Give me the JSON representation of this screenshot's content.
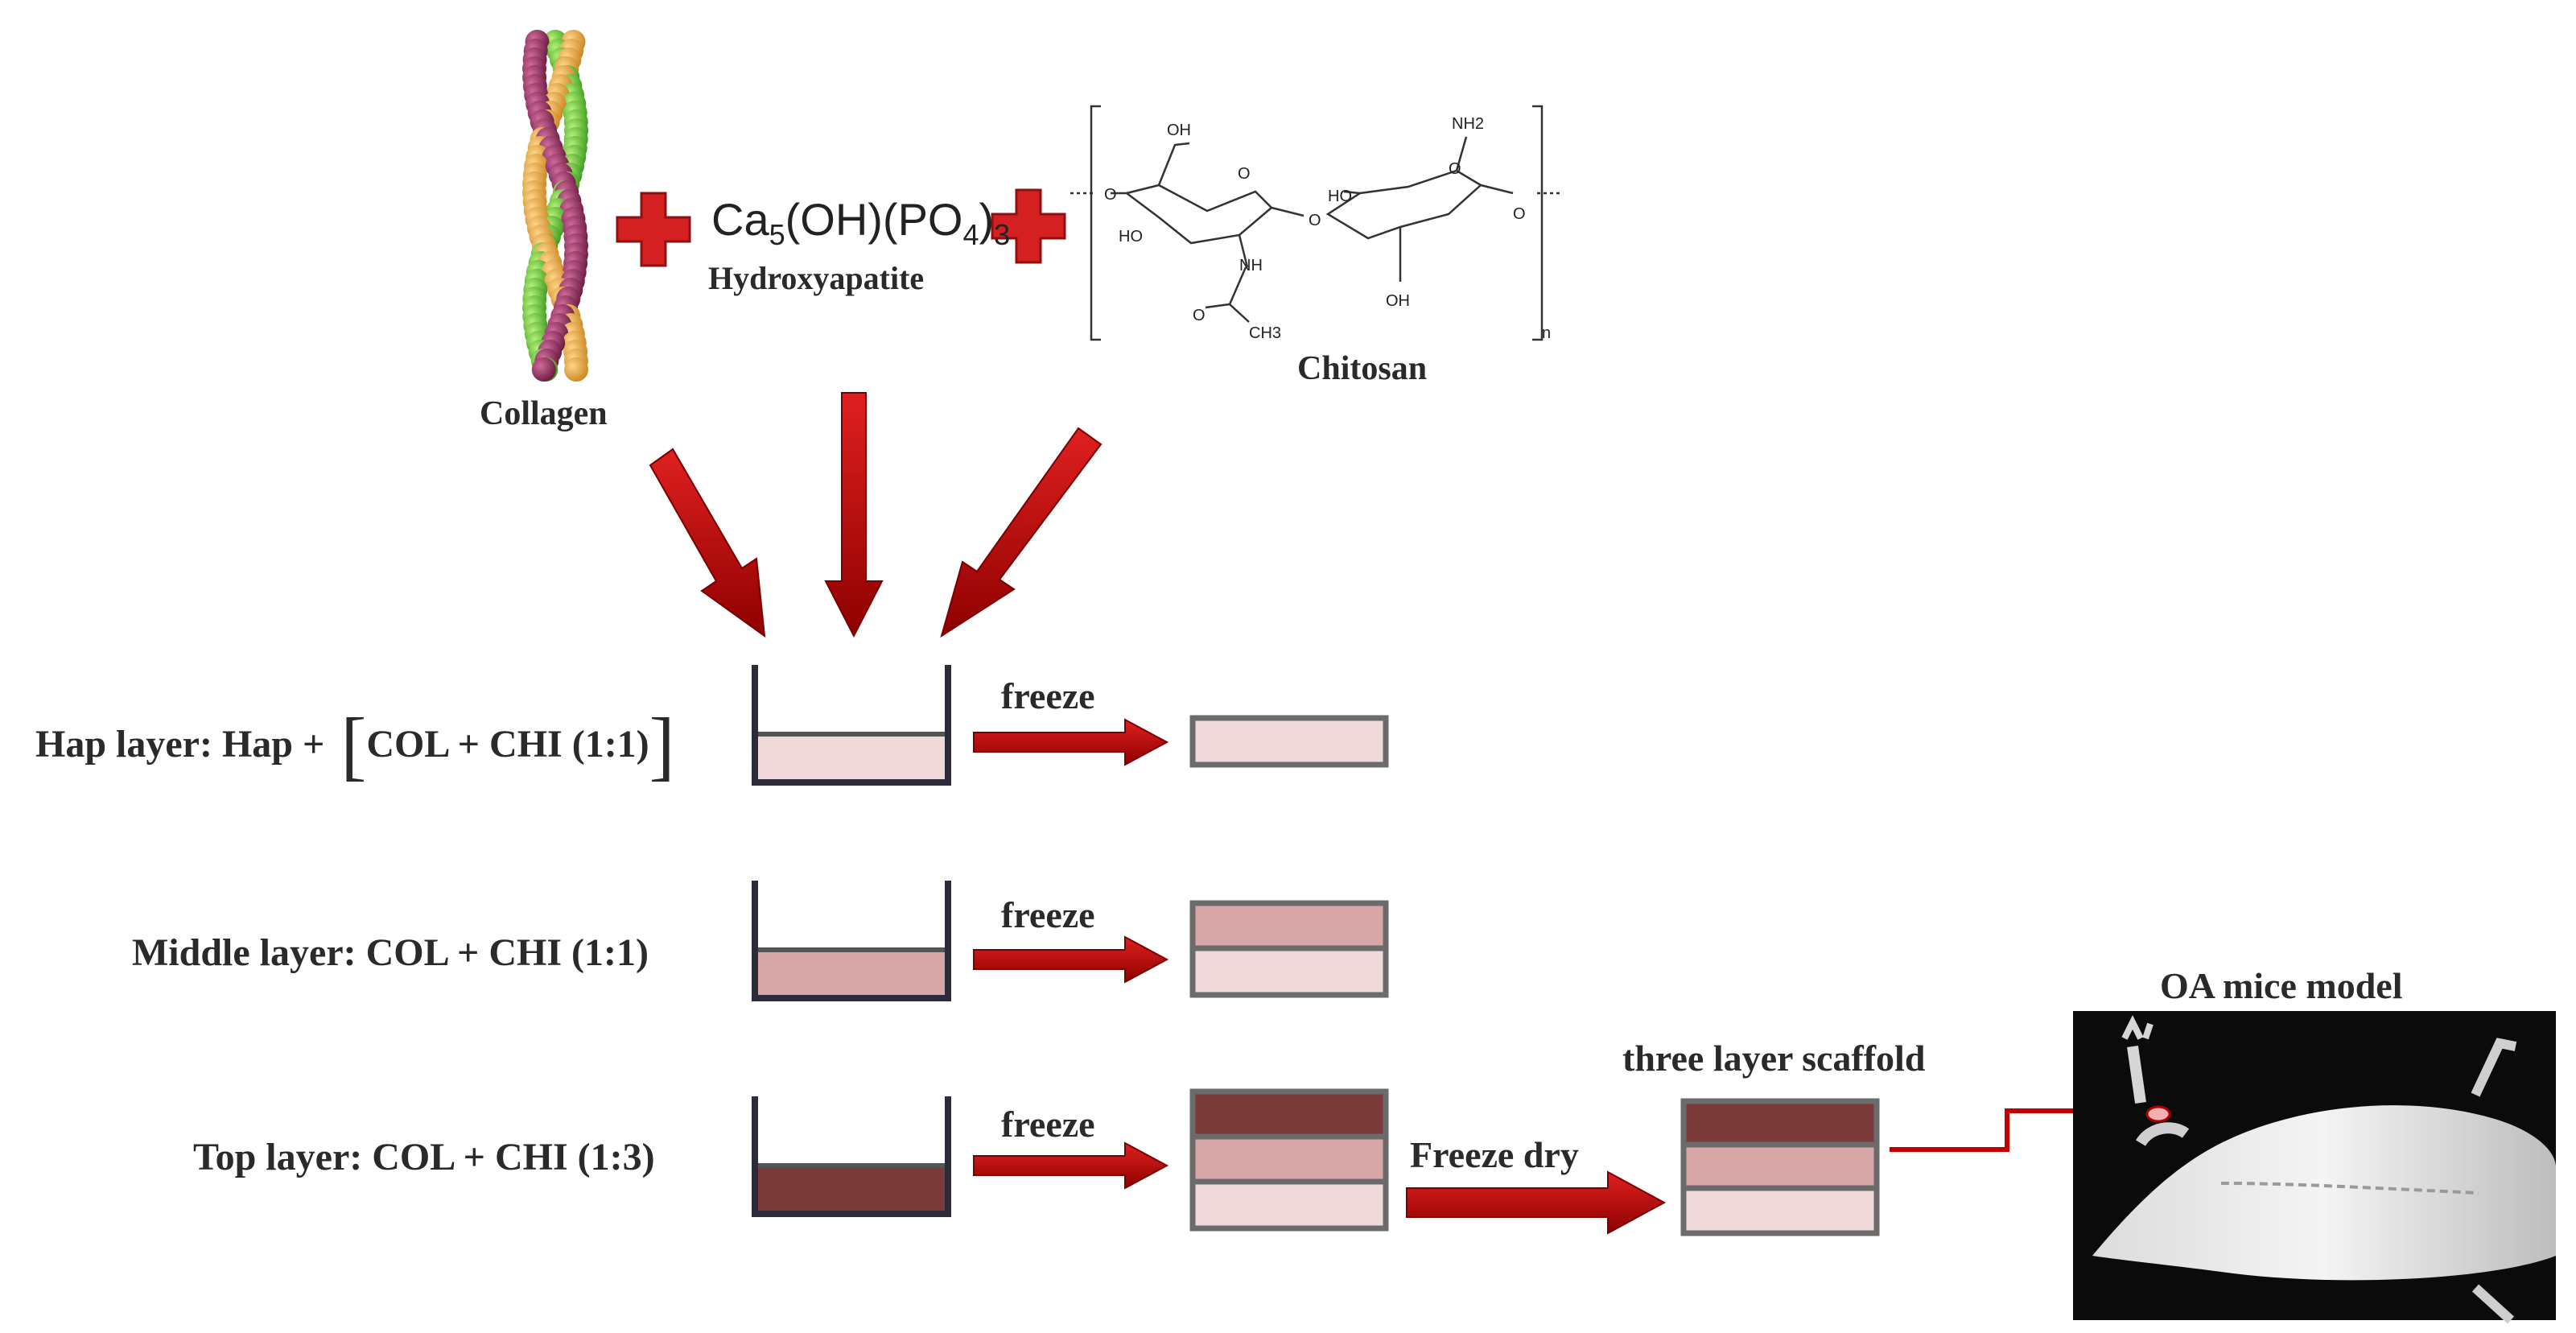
{
  "reagents": {
    "collagen": "Collagen",
    "hydroxyapatite": "Hydroxyapatite",
    "chitosan": "Chitosan",
    "formula": {
      "ca": "Ca",
      "s1": "5",
      "oh": "(OH)(PO",
      "s2": "4",
      "close": ")",
      "s3": "3"
    },
    "chitosan_atoms": {
      "oh": "OH",
      "o": "O",
      "ho": "HO",
      "nh": "NH",
      "nh2": "NH2",
      "ch3": "CH3",
      "n": "n"
    }
  },
  "layers": {
    "hap": {
      "prefix": "Hap layer: Hap +",
      "inner": "COL + CHI (1:1)"
    },
    "middle": "Middle layer: COL + CHI (1:1)",
    "top": "Top layer: COL + CHI (1:3)"
  },
  "steps": {
    "freeze": "freeze",
    "freeze_dry": "Freeze dry"
  },
  "scaffold": "three layer scaffold",
  "model": "OA mice model",
  "colors": {
    "arrow": "#c00000",
    "plus": "#d42020",
    "light": "#efd9d9",
    "mid": "#d6a7a6",
    "dark": "#7b3a3a",
    "beaker": "#2b2b3a",
    "box_border": "#6b6b6b"
  }
}
